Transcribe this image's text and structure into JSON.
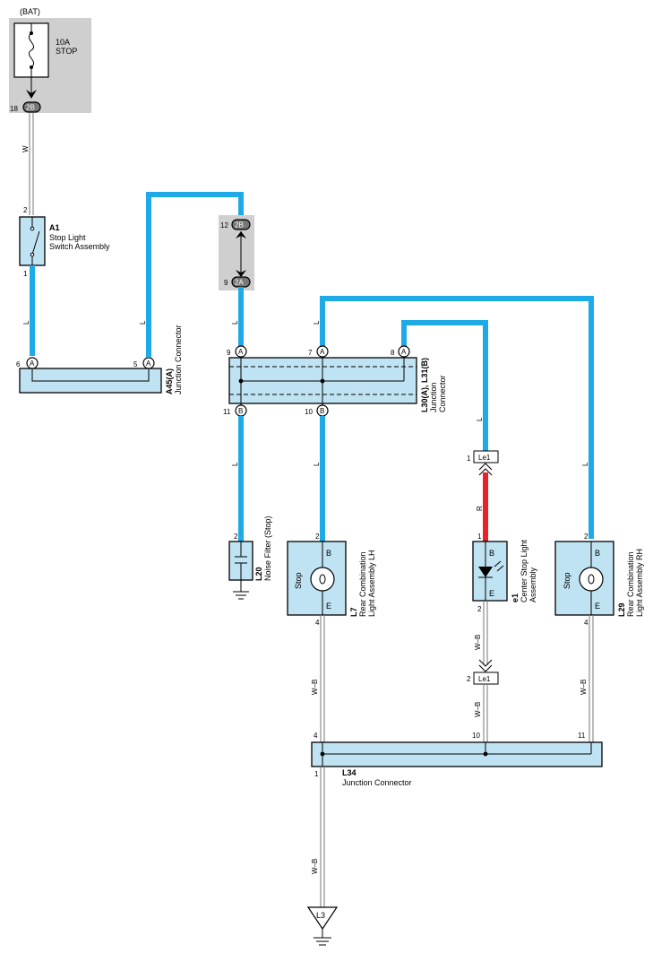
{
  "source": {
    "label": "(BAT)"
  },
  "fuse": {
    "rating": "10A",
    "name": "STOP",
    "pin": "18",
    "connector": "2B"
  },
  "wire_colors": {
    "W": "W",
    "L": "L",
    "R": "R",
    "WB": "W–B"
  },
  "a1": {
    "code": "A1",
    "name_line1": "Stop Light",
    "name_line2": "Switch Assembly",
    "pin_top": "2",
    "pin_bottom": "1"
  },
  "a45": {
    "code": "A45(A)",
    "name": "Junction Connector",
    "pin_left": "6",
    "pin_right": "5",
    "conn": "A"
  },
  "relay_jb": {
    "pin_top": "12",
    "conn_top": "2B",
    "pin_bottom": "9",
    "conn_bottom": "2A"
  },
  "l30": {
    "code": "L30(A), L31(B)",
    "name_line1": "Junction",
    "name_line2": "Connector",
    "pin_a1": "9",
    "pin_a2": "7",
    "pin_a3": "8",
    "conn_a": "A",
    "pin_b1": "11",
    "pin_b2": "10",
    "conn_b": "B"
  },
  "l20": {
    "code": "L20",
    "name": "Noise Filter (Stop)",
    "pin": "2"
  },
  "l7": {
    "code": "L7",
    "name_line1": "Rear Combination",
    "name_line2": "Light Assembly LH",
    "pin_top": "2",
    "pin_bottom": "4",
    "terminal_b": "B",
    "terminal_e": "E",
    "bulb": "Stop"
  },
  "l29": {
    "code": "L29",
    "name_line1": "Rear Combination",
    "name_line2": "Light Assembly RH",
    "pin_top": "2",
    "pin_bottom": "4",
    "terminal_b": "B",
    "terminal_e": "E",
    "bulb": "Stop"
  },
  "e1": {
    "code": "e1",
    "name_line1": "Center Stop Light",
    "name_line2": "Assembly",
    "pin_top": "1",
    "pin_bottom": "2",
    "terminal_b": "B",
    "terminal_e": "E"
  },
  "le1_top": {
    "pin": "1",
    "label": "Le1"
  },
  "le1_bottom": {
    "pin": "2",
    "label": "Le1"
  },
  "l34": {
    "code": "L34",
    "name": "Junction Connector",
    "pin_1": "4",
    "pin_2": "10",
    "pin_3": "11",
    "pin_out": "1"
  },
  "ground": {
    "code": "L3"
  },
  "colors": {
    "blue_wire": "#1eaae6",
    "red_wire": "#e8222a",
    "component_fill": "#bfe3f2",
    "junction_block": "#cfcfd0"
  }
}
